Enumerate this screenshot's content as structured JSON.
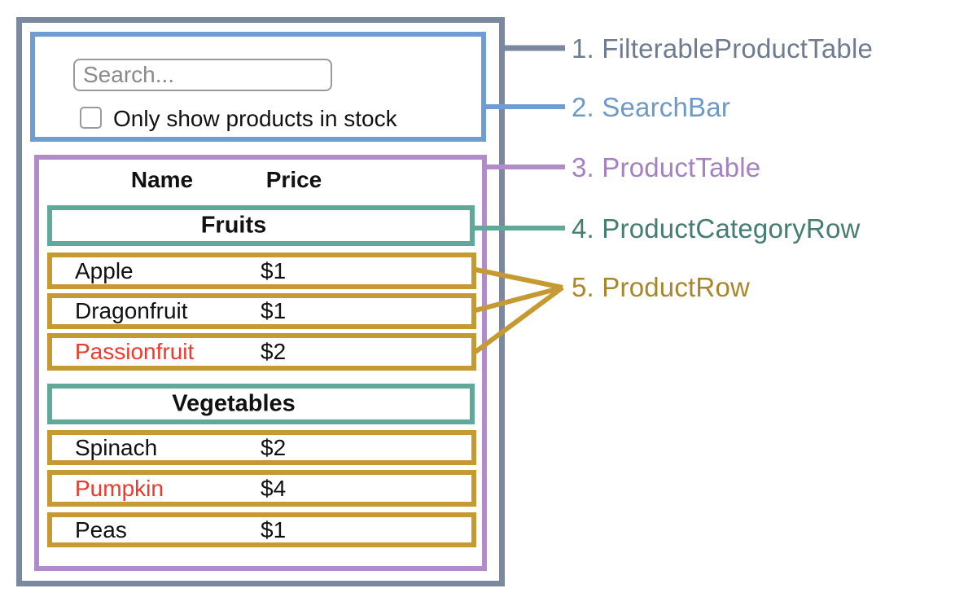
{
  "search_bar": {
    "placeholder": "Search...",
    "checkbox_label": "Only show products in stock",
    "checkbox_checked": false
  },
  "product_table": {
    "headers": {
      "name": "Name",
      "price": "Price"
    },
    "sections": [
      {
        "category": "Fruits",
        "rows": [
          {
            "name": "Apple",
            "price": "$1",
            "in_stock": true
          },
          {
            "name": "Dragonfruit",
            "price": "$1",
            "in_stock": true
          },
          {
            "name": "Passionfruit",
            "price": "$2",
            "in_stock": false
          }
        ]
      },
      {
        "category": "Vegetables",
        "rows": [
          {
            "name": "Spinach",
            "price": "$2",
            "in_stock": true
          },
          {
            "name": "Pumpkin",
            "price": "$4",
            "in_stock": false
          },
          {
            "name": "Peas",
            "price": "$1",
            "in_stock": true
          }
        ]
      }
    ]
  },
  "legend": [
    {
      "label": "1. FilterableProductTable",
      "color": "#6f7c90"
    },
    {
      "label": "2. SearchBar",
      "color": "#6d99c8"
    },
    {
      "label": "3. ProductTable",
      "color": "#a481c1"
    },
    {
      "label": "4. ProductCategoryRow",
      "color": "#467d72"
    },
    {
      "label": "5. ProductRow",
      "color": "#a8872c"
    }
  ],
  "colors": {
    "filterable_product_table_border": "#7b89a0",
    "search_bar_border": "#6f9cd3",
    "product_table_border": "#b18bca",
    "product_category_row_border": "#5fa89a",
    "product_row_border": "#c69a33",
    "out_of_stock_text": "#ee392c",
    "input_border": "#9a9a9a"
  }
}
